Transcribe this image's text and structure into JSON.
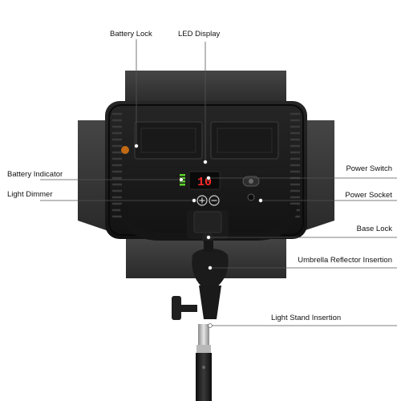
{
  "labels": {
    "battery_lock": "Battery Lock",
    "led_display": "LED Display",
    "battery_indicator": "Battery Indicator",
    "light_dimmer": "Light Dimmer",
    "power_switch": "Power Switch",
    "power_socket": "Power Socket",
    "base_lock": "Base Lock",
    "umbrella_reflector_insertion": "Umbrella Reflector Insertion",
    "light_stand_insertion": "Light Stand Insertion"
  },
  "device": {
    "display_value": "10"
  },
  "colors": {
    "background": "#ffffff",
    "panel_body": "#1c1c1c",
    "barn_door": "#3a3a3a",
    "led_digits": "#ff2a2a",
    "battery_indicator_led": "#5bd32a",
    "callout_line": "#555555",
    "callout_dot": "#ffffff"
  }
}
